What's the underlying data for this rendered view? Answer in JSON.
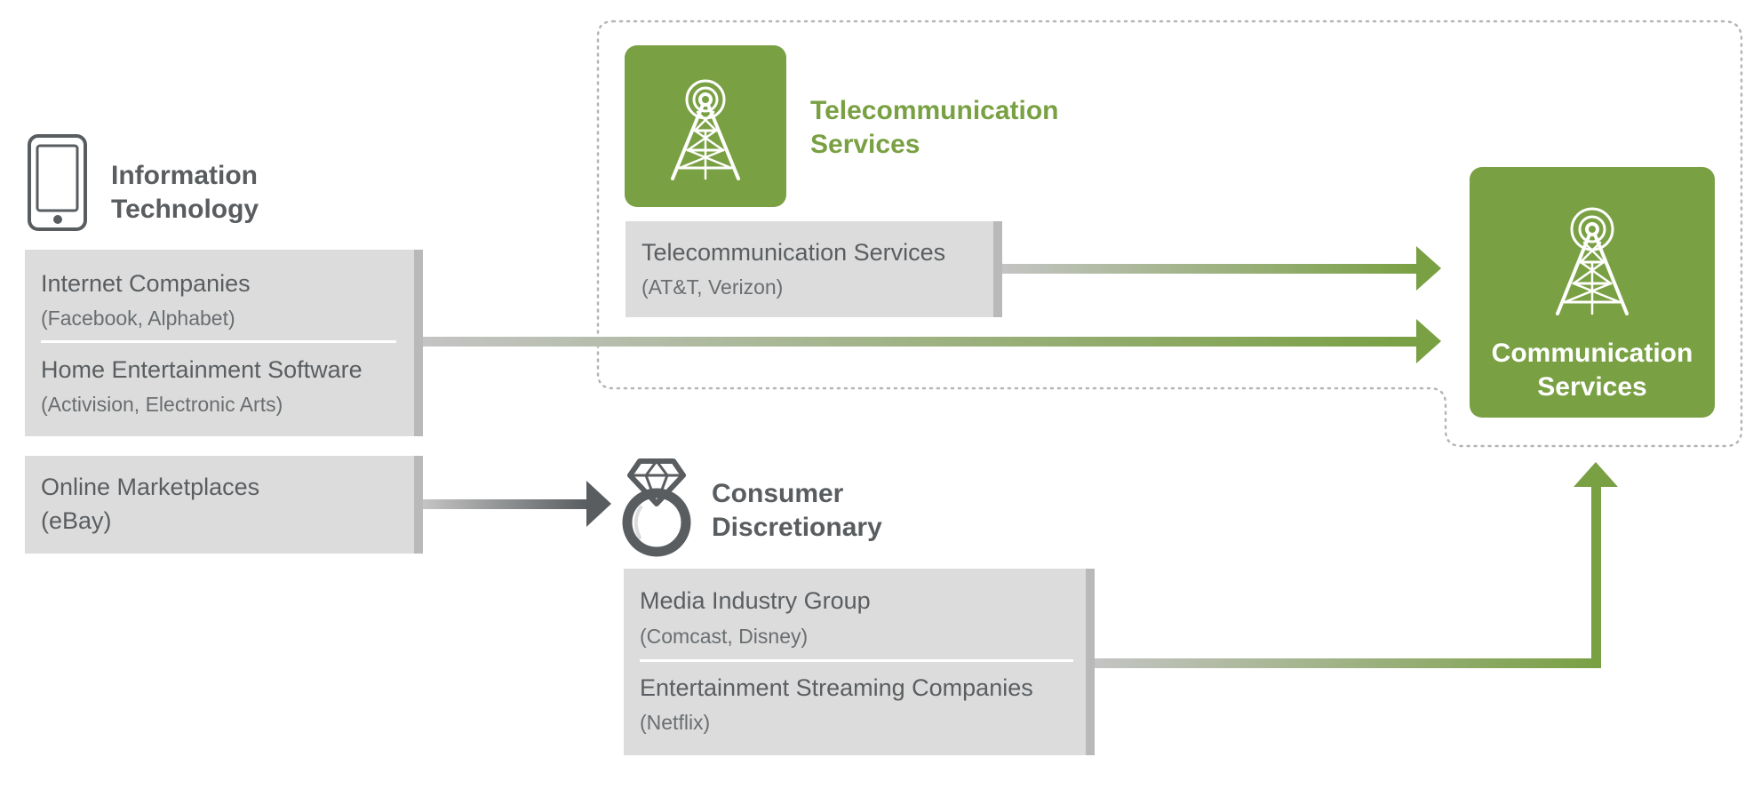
{
  "colors": {
    "green": "#79a043",
    "gray_dark": "#595d60",
    "box_bg": "#dcdcdc",
    "box_edge": "#b9b9b9",
    "dotted_border": "#b5b5b5"
  },
  "sectors": {
    "info_tech": {
      "line1": "Information",
      "line2": "Technology",
      "icon": "smartphone-icon"
    },
    "telecom": {
      "line1": "Telecommunication",
      "line2": "Services",
      "icon": "antenna-tower-icon"
    },
    "consumer": {
      "line1": "Consumer",
      "line2": "Discretionary",
      "icon": "diamond-ring-icon"
    },
    "comm": {
      "line1": "Communication",
      "line2": "Services",
      "icon": "antenna-tower-icon"
    }
  },
  "boxes": {
    "info_tech": [
      {
        "title": "Internet Companies",
        "sub": "(Facebook, Alphabet)"
      },
      {
        "title": "Home Entertainment Software",
        "sub": "(Activision, Electronic Arts)"
      }
    ],
    "marketplaces": {
      "title": "Online Marketplaces",
      "sub": "(eBay)"
    },
    "telecom": {
      "title": "Telecommunication Services",
      "sub": "(AT&T, Verizon)"
    },
    "media": [
      {
        "title": "Media Industry Group",
        "sub": "(Comcast, Disney)"
      },
      {
        "title": "Entertainment Streaming Companies",
        "sub": "(Netflix)"
      }
    ]
  }
}
